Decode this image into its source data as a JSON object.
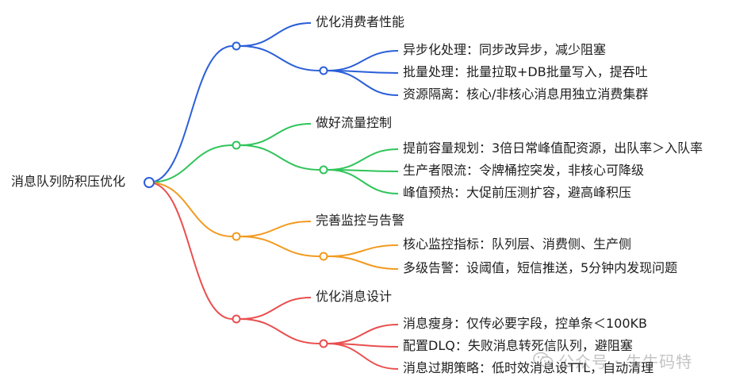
{
  "root": {
    "label": "消息队列防积压优化"
  },
  "colors": {
    "blue": "#2b5fd9",
    "green": "#2fc45a",
    "orange": "#f29a1f",
    "red": "#ea4e4e"
  },
  "branches": [
    {
      "label": "优化消费者性能",
      "color": "blue",
      "children": [
        "异步化处理：同步改异步，减少阻塞",
        "批量处理：批量拉取+DB批量写入，提吞吐",
        "资源隔离：核心/非核心消息用独立消费集群"
      ]
    },
    {
      "label": "做好流量控制",
      "color": "green",
      "children": [
        "提前容量规划：3倍日常峰值配资源，出队率＞入队率",
        "生产者限流：令牌桶控突发，非核心可降级",
        "峰值预热：大促前压测扩容，避高峰积压"
      ]
    },
    {
      "label": "完善监控与告警",
      "color": "orange",
      "children": [
        "核心监控指标：队列层、消费侧、生产侧",
        "多级告警：设阈值，短信推送，5分钟内发现问题"
      ]
    },
    {
      "label": "优化消息设计",
      "color": "red",
      "children": [
        "消息瘦身：仅传必要字段，控单条＜100KB",
        "配置DLQ：失败消息转死信队列，避阻塞",
        "消息过期策略：低时效消息设TTL，自动清理"
      ]
    }
  ],
  "watermark": {
    "text": "公众号 · 牛牛码特",
    "icon": "wechat-icon"
  }
}
